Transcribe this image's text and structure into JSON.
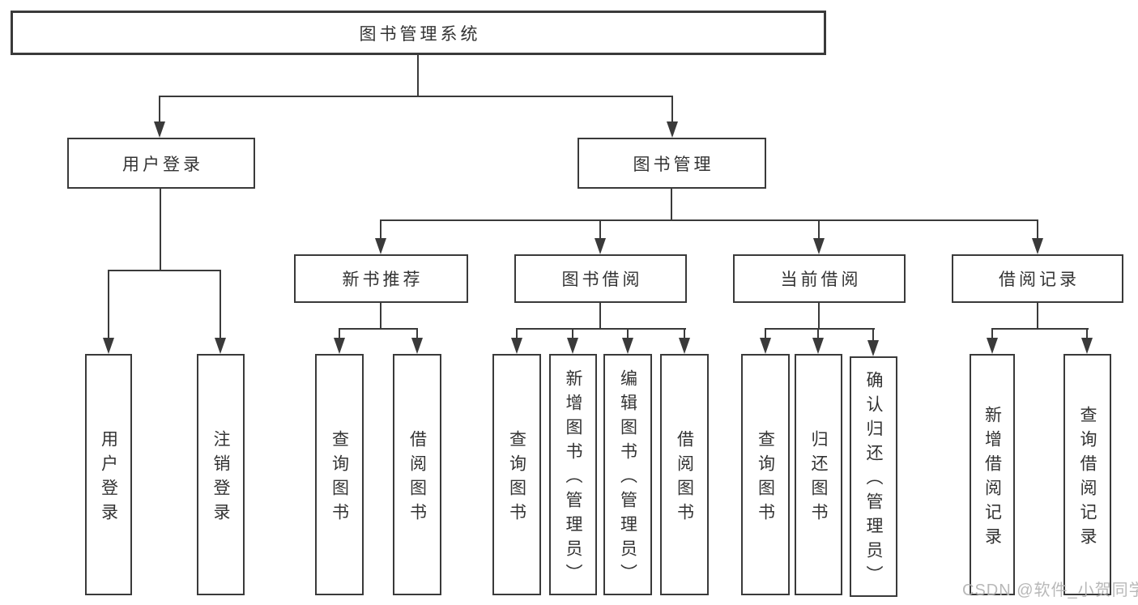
{
  "colors": {
    "line": "#3a3a3a",
    "text": "#333333",
    "watermark": "#b3b3b3",
    "background": "#ffffff"
  },
  "watermark": {
    "text": "CSDN @软件_小贺同学"
  },
  "nodes": {
    "root": {
      "label": "图书管理系统"
    },
    "user_login": {
      "label": "用户登录"
    },
    "book_management": {
      "label": "图书管理"
    },
    "new_book_recommend": {
      "label": "新书推荐"
    },
    "book_borrowing": {
      "label": "图书借阅"
    },
    "current_borrowing": {
      "label": "当前借阅"
    },
    "borrowing_records": {
      "label": "借阅记录"
    },
    "login_user": {
      "label": "用户登录"
    },
    "logout": {
      "label": "注销登录"
    },
    "recommend_query_books": {
      "label": "查询图书"
    },
    "recommend_borrow_books": {
      "label": "借阅图书"
    },
    "borrowing_query_books": {
      "label": "查询图书"
    },
    "borrowing_add_books": {
      "label": "新增图书（管理员）"
    },
    "borrowing_edit_books": {
      "label": "编辑图书（管理员）"
    },
    "borrowing_borrow_books": {
      "label": "借阅图书"
    },
    "current_query_books": {
      "label": "查询图书"
    },
    "current_return_books": {
      "label": "归还图书"
    },
    "current_confirm_return": {
      "label": "确认归还（管理员）"
    },
    "records_add_record": {
      "label": "新增借阅记录"
    },
    "records_query_record": {
      "label": "查询借阅记录"
    }
  },
  "edges": [
    {
      "from": "root",
      "to": [
        "user_login",
        "book_management"
      ]
    },
    {
      "from": "user_login",
      "to": [
        "login_user",
        "logout"
      ]
    },
    {
      "from": "book_management",
      "to": [
        "new_book_recommend",
        "book_borrowing",
        "current_borrowing",
        "borrowing_records"
      ]
    },
    {
      "from": "new_book_recommend",
      "to": [
        "recommend_query_books",
        "recommend_borrow_books"
      ]
    },
    {
      "from": "book_borrowing",
      "to": [
        "borrowing_query_books",
        "borrowing_add_books",
        "borrowing_edit_books",
        "borrowing_borrow_books"
      ]
    },
    {
      "from": "current_borrowing",
      "to": [
        "current_query_books",
        "current_return_books",
        "current_confirm_return"
      ]
    },
    {
      "from": "borrowing_records",
      "to": [
        "records_add_record",
        "records_query_record"
      ]
    }
  ]
}
